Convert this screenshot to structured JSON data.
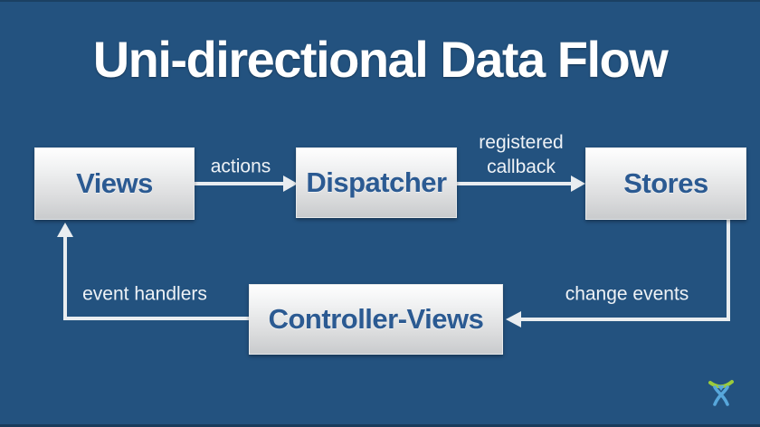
{
  "slide": {
    "title": "Uni-directional Data Flow",
    "colors": {
      "background": "#23527F",
      "box_gradient_top": "#FEFEFE",
      "box_gradient_bottom": "#C9CBCD",
      "box_label": "#2B5A92",
      "arrow": "#E9EDF0",
      "edge_label_text": "#EEF2F6",
      "logo_arc": "#9BCB3B",
      "logo_figure": "#57A7DB"
    },
    "nodes": [
      {
        "id": "views",
        "label": "Views"
      },
      {
        "id": "dispatcher",
        "label": "Dispatcher"
      },
      {
        "id": "stores",
        "label": "Stores"
      },
      {
        "id": "controller_views",
        "label": "Controller-Views"
      }
    ],
    "edges": [
      {
        "from": "views",
        "to": "dispatcher",
        "label": "actions"
      },
      {
        "from": "dispatcher",
        "to": "stores",
        "label": "registered callback"
      },
      {
        "from": "stores",
        "to": "controller_views",
        "label": "change events"
      },
      {
        "from": "controller_views",
        "to": "views",
        "label": "event handlers"
      }
    ]
  }
}
